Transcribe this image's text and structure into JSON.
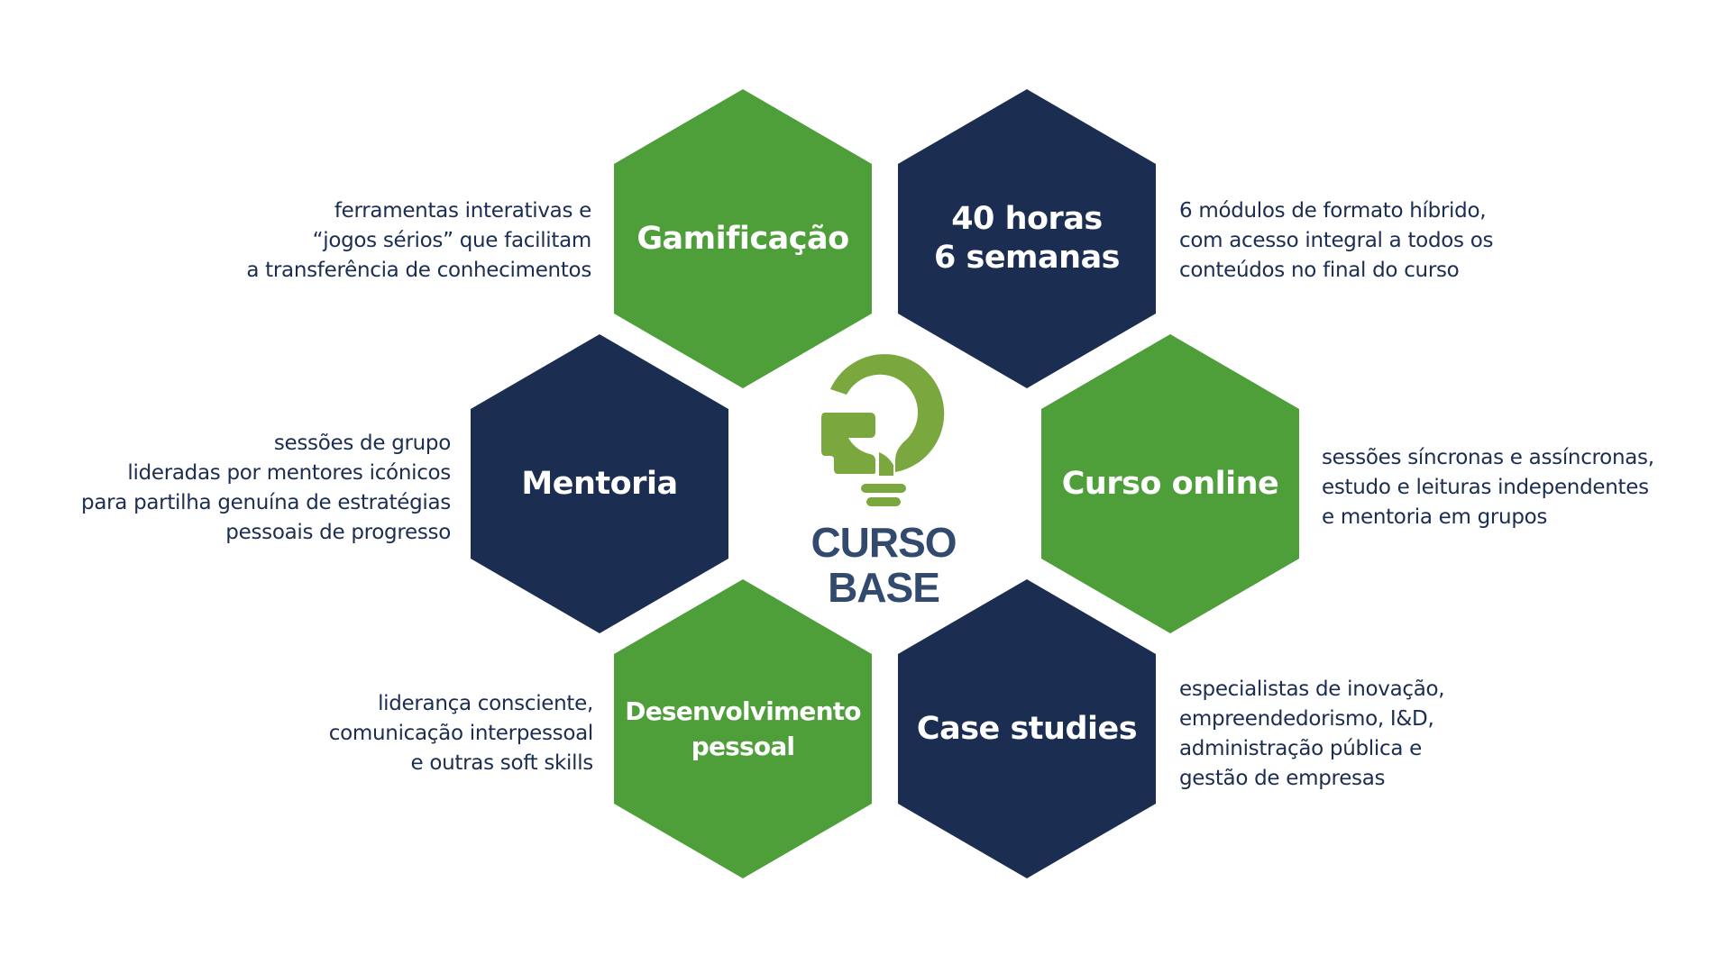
{
  "center": {
    "logo_icon": "lightbulb-refresh-icon",
    "title_lines": [
      "CURSO",
      "BASE"
    ]
  },
  "colors": {
    "green": "#4e9e3a",
    "navy": "#1b2d50",
    "logo_green": "#7aa73e",
    "logo_text": "#324a6e",
    "description_text": "#1b2d50"
  },
  "hexagons": [
    {
      "id": "gamificacao",
      "color": "green",
      "title_lines": [
        "Gamificação"
      ],
      "description_lines": [
        "ferramentas interativas e",
        "“jogos sérios” que facilitam",
        "a transferência de conhecimentos"
      ]
    },
    {
      "id": "duracao",
      "color": "navy",
      "title_lines": [
        "40 horas",
        "6 semanas"
      ],
      "description_lines": [
        "6 módulos de formato híbrido,",
        "com acesso integral a todos os",
        "conteúdos no final do curso"
      ]
    },
    {
      "id": "mentoria",
      "color": "navy",
      "title_lines": [
        "Mentoria"
      ],
      "description_lines": [
        "sessões de grupo",
        "lideradas por mentores icónicos",
        "para partilha genuína de estratégias",
        "pessoais de progresso"
      ]
    },
    {
      "id": "curso-online",
      "color": "green",
      "title_lines": [
        "Curso online"
      ],
      "description_lines": [
        "sessões síncronas e assíncronas,",
        "estudo e leituras independentes",
        "e mentoria em grupos"
      ]
    },
    {
      "id": "desenvolvimento-pessoal",
      "color": "green",
      "title_lines": [
        "Desenvolvimento",
        "pessoal"
      ],
      "description_lines": [
        "liderança consciente,",
        "comunicação interpessoal",
        "e outras soft skills"
      ]
    },
    {
      "id": "case-studies",
      "color": "navy",
      "title_lines": [
        "Case studies"
      ],
      "description_lines": [
        "especialistas de inovação,",
        "empreendedorismo, I&D,",
        "administração pública e",
        "gestão de empresas"
      ]
    }
  ]
}
